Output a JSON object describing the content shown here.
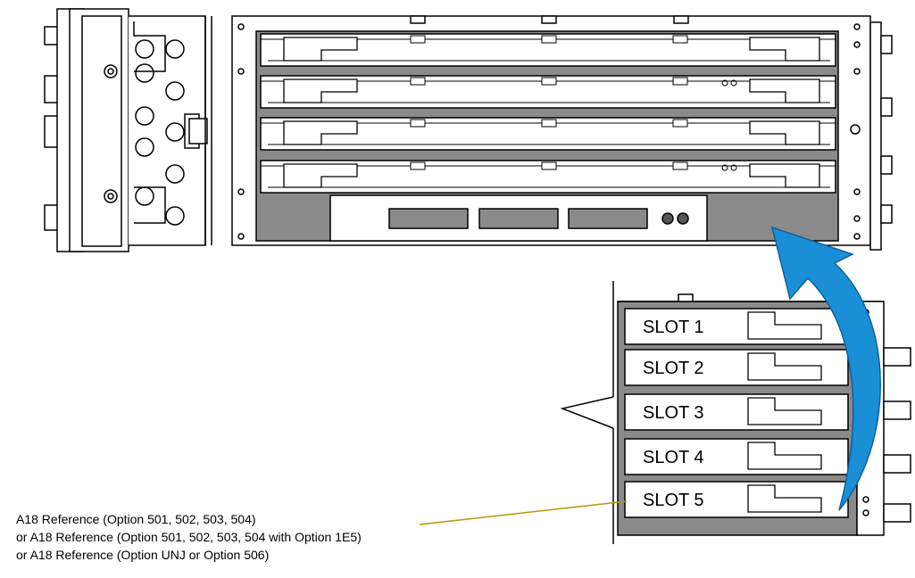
{
  "slots": [
    "SLOT 1",
    "SLOT 2",
    "SLOT 3",
    "SLOT 4",
    "SLOT 5"
  ],
  "caption_lines": [
    "A18 Reference (Option 501, 502, 503, 504)",
    "or A18 Reference (Option 501, 502, 503, 504 with Option 1E5)",
    "or A18 Reference (Option UNJ or Option 506)"
  ],
  "colors": {
    "arrow": "#1a8fd6",
    "arrow_dark": "#0d5f9e",
    "leader_line": "#b39a00",
    "shade": "#8a8a8a"
  }
}
